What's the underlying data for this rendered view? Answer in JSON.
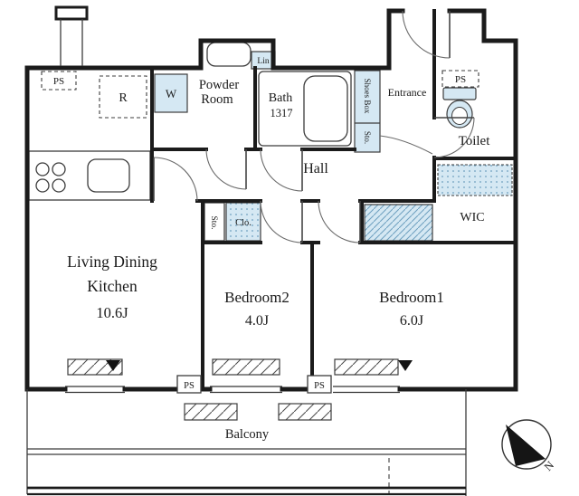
{
  "plan": {
    "labels": {
      "ldk1": "Living Dining",
      "ldk2": "Kitchen",
      "ldk_size": "10.6J",
      "bedroom2": "Bedroom2",
      "bedroom2_size": "4.0J",
      "bedroom1": "Bedroom1",
      "bedroom1_size": "6.0J",
      "hall": "Hall",
      "powder1": "Powder",
      "powder2": "Room",
      "bath": "Bath",
      "bath_size": "1317",
      "entrance": "Entrance",
      "toilet": "Toilet",
      "wic": "WIC",
      "balcony": "Balcony",
      "washer": "W",
      "fridge": "R",
      "linen": "Lin",
      "shoes_box": "Shoes Box",
      "sto_entry": "Sto.",
      "sto_hall": "Sto.",
      "closet": "Clo.",
      "ps1": "PS",
      "ps2": "PS",
      "ps3": "PS",
      "ps4": "PS",
      "north": "N"
    },
    "colors": {
      "wet_area": "#d5e8f3",
      "wall": "#1b1b1b",
      "accent_blue": "#6d9fbf"
    }
  }
}
